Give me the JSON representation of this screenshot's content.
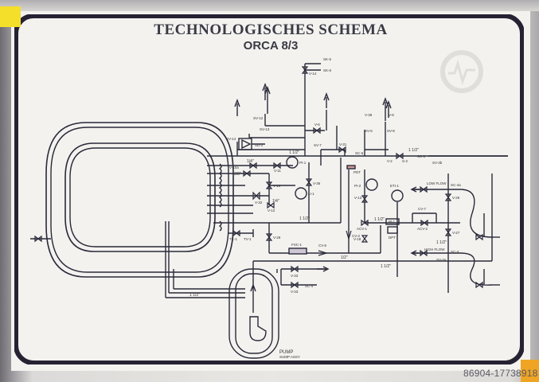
{
  "header": {
    "title": "TECHNOLOGISCHES SCHEMA",
    "subtitle": "ORCA 8/3"
  },
  "colors": {
    "line": "#2a2a3a",
    "frame": "#262233",
    "sticker_yellow": "#f4df2a",
    "sticker_orange": "#f0a423",
    "plate": "#f3f2ef"
  },
  "labels": {
    "sk5": "SK-5",
    "sk6": "SK-6",
    "v14": "V-14",
    "sv12": "SV-12",
    "sv13": "SV-13",
    "sv14": "SV-14",
    "v6": "V-6",
    "sd2": "SD-2",
    "sv7": "SV-7",
    "v31": "V-31",
    "v39": "V-39",
    "v8": "V-8",
    "sv6": "SV-6",
    "sv8": "SV-8",
    "sc6": "SC-6",
    "v2": "V-2",
    "s2": "S-2",
    "sc2": "SC-2",
    "sv3b": "SV-3b",
    "pi1": "PI-1",
    "v11": "V-11",
    "v10a": "V-10a",
    "v10": "V-10",
    "li1": "LI-1",
    "v36": "V-36",
    "v32": "V-32",
    "v12": "V-12",
    "v29": "V-29",
    "tc1": "TC-1",
    "tv1": "TV-1",
    "fsc1": "FSC-1",
    "cv6": "CV-6",
    "cv2": "CV-2",
    "pdt": "PDT",
    "pi2": "PI-2",
    "v13": "V-13",
    "acv1": "ACV-1",
    "v18": "V-18",
    "eti1": "ETI-1",
    "w1": "W-1",
    "dpt": "DPT",
    "acv2": "ACV-2",
    "cv7": "CV-7",
    "v26": "V-26",
    "v27": "V-27",
    "sc4a": "SC-4a",
    "sc3": "SC-3",
    "sv3a": "SV-3a",
    "low_flow": "LOW FLOW",
    "high_flow": "HIGH FLOW",
    "v33a": "V-33",
    "v33b": "V-33",
    "sc4": "SC-4",
    "pump": "PUMP",
    "sump": "SUMP ASSY",
    "size_1_1_2": "1 1/2\"",
    "size_1_4": "1/4\"",
    "size_3_8": "3/8\"",
    "size_1_2": "1/2\"",
    "size_1": "1\""
  },
  "watermark": {
    "icon": "machineseeker-gear-icon",
    "id_text": "86904-17738918"
  }
}
